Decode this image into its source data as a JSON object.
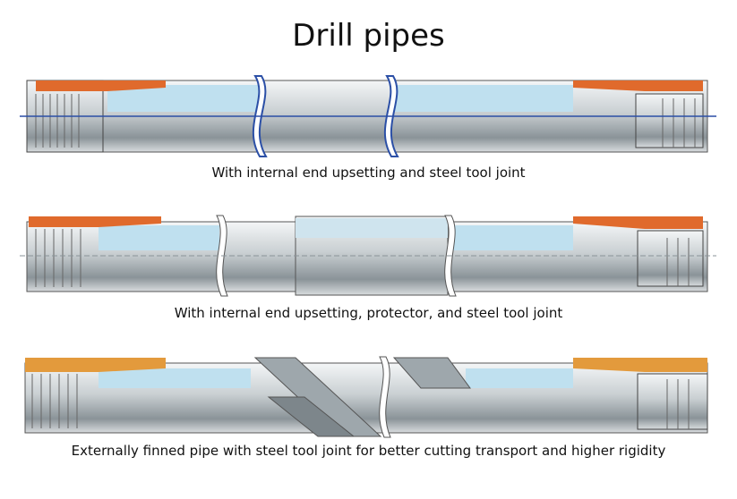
{
  "title": "Drill pipes",
  "diagrams": [
    {
      "caption": "With internal end upsetting and steel tool joint"
    },
    {
      "caption": "With internal end upsetting, protector, and steel tool joint"
    },
    {
      "caption": "Externally finned pipe with steel tool joint for better cutting transport and higher rigidity"
    }
  ],
  "colors": {
    "tool_joint": "#e06a2c",
    "tool_joint_alt": "#e39a3c",
    "bore_fill": "#bfe0ef",
    "steel_light": "#f2f4f5",
    "steel_dark": "#6f777c",
    "outline": "#2b4fa6"
  }
}
